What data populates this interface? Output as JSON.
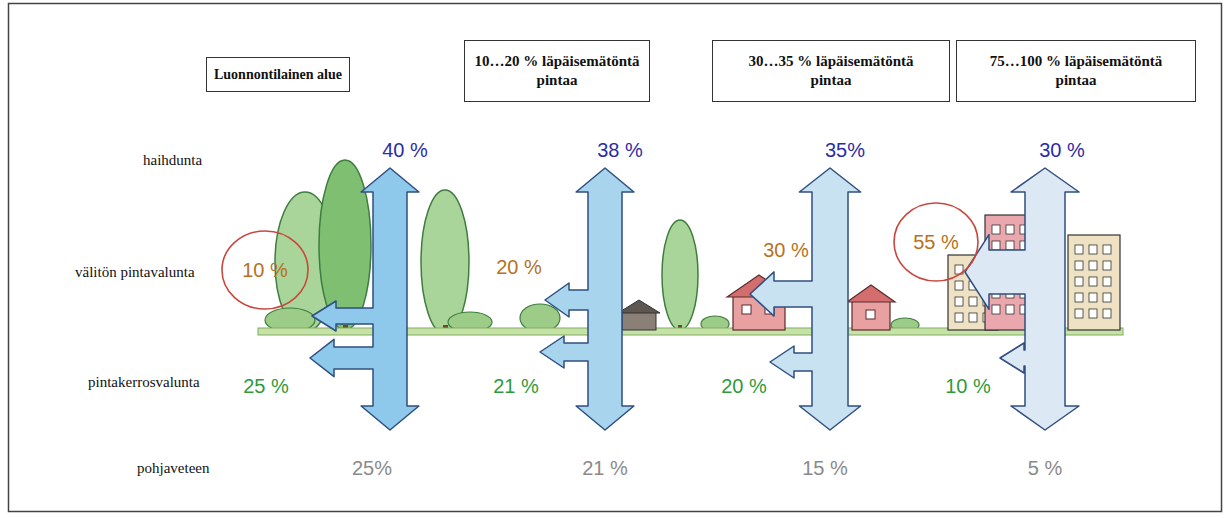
{
  "diagram": {
    "nodes": [
      {
        "text": [
          "Luonnontilainen alue"
        ]
      },
      {
        "text": [
          "10…20 % läpäisemätöntä pintaa"
        ]
      },
      {
        "text": [
          "30…35 % läpäisemätöntä pintaa"
        ]
      },
      {
        "text": [
          "75…100 % läpäisemätöntä pintaa"
        ]
      },
      {
        "text": [
          "10 %"
        ]
      },
      {
        "text": [
          "55 %"
        ]
      }
    ],
    "labels": [
      "haihdunta",
      "40 %",
      "38 %",
      "35%",
      "30 %",
      "välitön pintavalunta",
      "20 %",
      "30 %",
      "pintakerrosvalunta",
      "25 %",
      "21 %",
      "20 %",
      "10 %",
      "pohjaveteen",
      "25%",
      "21 %",
      "15 %",
      "5 %"
    ]
  }
}
